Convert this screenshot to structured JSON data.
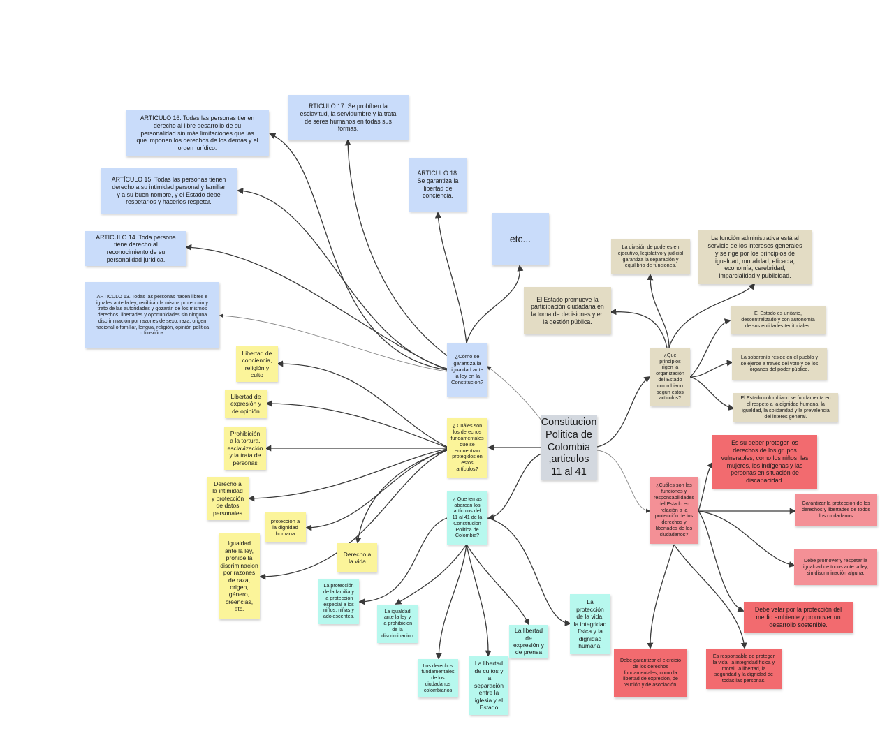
{
  "central": {
    "text": "Constitucion\nPolitica de\nColombia\n,articulos\n11 al 41"
  },
  "questions": {
    "igualdad": "¿Cómo se\ngarantiza la\nigualdad ante\nla ley en la\nConstitución?",
    "derechos": "¿ Cuáles son\nlos derechos\nfundamentales\nque se\nencuentran\nprotegidos en\nestos\nartículos?",
    "temas": "¿ Que temas\nabarcan los\nartículos del\n11 al 41 de la\nConstitucion\nPolitica de\nColombia?",
    "principios": "¿Qué\nprincipios\nrigen la\norganización\ndel Estado\ncolombiano\nsegún estos\nartículos?",
    "funciones": "¿Cuáles son las\nfunciones y\nresponsabilidades\ndel Estado en\nrelación a la\nprotección de los\nderechos y\nlibertades de los\nciudadanos?"
  },
  "blue_nodes": {
    "art16": "ARTICULO 16. Todas las personas tienen\nderecho al libre desarrollo de su\npersonalidad sin más limitaciones que las\nque imponen los derechos de los demás y el\norden jurídico.",
    "art17": "RTICULO 17. Se prohíben la\nesclavitud, la servidumbre y la trata\nde seres humanos en todas sus\nformas.",
    "art15": "ARTÍCULO 15. Todas las personas tienen\nderecho a su intimidad personal y familiar\ny a su buen nombre, y el Estado debe\nrespetarlos y hacerlos respetar.",
    "art18": "ARTICULO 18.\nSe garantiza la\nlibertad de\nconciencia.",
    "etc": "etc...",
    "art14": "ARTICULO 14. Toda persona\ntiene derecho al\nreconocimiento de su\npersonalidad jurídica.",
    "art13": "ARTICULO 13. Todas las personas nacen libres e\niguales ante la ley, recibirán la misma protección y\ntrato de las autoridades y gozarán de los mismos\nderechos, libertades y oportunidades sin ninguna\ndiscriminación por razones de sexo, raza, origen\nnacional o familiar, lengua, religión, opinión política\no filosófica."
  },
  "yellow_nodes": {
    "conciencia": "Libertad de\nconciencia,\nreligión y\nculto",
    "expresion": "Libertad de\nexpresión y\nde opinión",
    "tortura": "Prohibición\na la tortura,\nesclavización\ny la trata de\npersonas",
    "intimidad": "Derecho a\nla intimidad\ny protección\nde datos\npersonales",
    "dignidad": "proteccion a\nla dignidad\nhumana",
    "igualdad": "Igualdad\nante la ley,\nprohibe la\ndiscriminacion\npor razones\nde raza,\norigen,\ngénero,\ncreencias,\netc.",
    "vida": "Derecho a\nla vida"
  },
  "aqua_nodes": {
    "familia": "La protección\nde la familia y\nla protección\nespecial a los\nniños, niñas y\nadolescentes.",
    "igualdad_ley": "La igualdad\nante la ley y\nla prohibicion\nde la\ndiscriminacion",
    "fundamentales": "Los derechos\nfundamentales\nde los\nciudadanos\ncolombianos",
    "cultos": "La libertad\nde cultos y\nla\nseparación\nentre la\niglesia y el\nEstado",
    "prensa": "La libertad\nde\nexpresión y\nde prensa",
    "vida": "La\nprotección\nde la vida,\nla integridad\nfísica y la\ndignidad\nhumana."
  },
  "beige_nodes": {
    "division": "La división de poderes en\nejecutivo, legislativo y judicial\ngarantiza la separación y\nequilibrio de funciones.",
    "funcion_admin": "La función administrativa está al\nservicio de los intereses generales\ny se rige por los principios de\nigualdad, moralidad, eficacia,\neconomía, cerebridad,\nimparcialidad y publicidad.",
    "participacion": "El Estado promueve la\nparticipación ciudadana en\nla toma de decisiones y en\nla gestión pública.",
    "unitario": "El Estado es unitario,\ndescentralizado y con autonomía\nde sus entidades territoriales.",
    "soberania": "La soberanía reside en el pueblo y\nse ejerce a través del voto y de los\nórganos del poder público.",
    "dignidad": "El Estado colombiano se fundamenta en\nel respeto a la dignidad humana, la\nigualdad, la solidaridad y la prevalencia\ndel interés general."
  },
  "red_nodes": {
    "vulnerables": "Es su deber proteger los\nderechos de los grupos\nvulnerables, como los niños, las\nmujeres, los indígenas y las\npersonas en situación de\ndiscapacidad.",
    "garantizar": "Garantizar la protección de los\nderechos y libertades de todos\nlos ciudadanos",
    "promover": "Debe promover y respetar la\nigualdad de todos ante la ley,\nsin discriminación alguna.",
    "ambiente": "Debe velar por la protección del\nmedio ambiente y promover un\ndesarrollo sostenible.",
    "ejercicio": "Debe garantizar el ejercicio\nde los derechos\nfundamentales, como la\nlibertad de expresión, de\nreunión y de asociación.",
    "responsable": "Es responsable de proteger\nla vida, la integridad física y\nmoral, la libertad, la\nseguridad y la dignidad de\ntodas las personas."
  }
}
